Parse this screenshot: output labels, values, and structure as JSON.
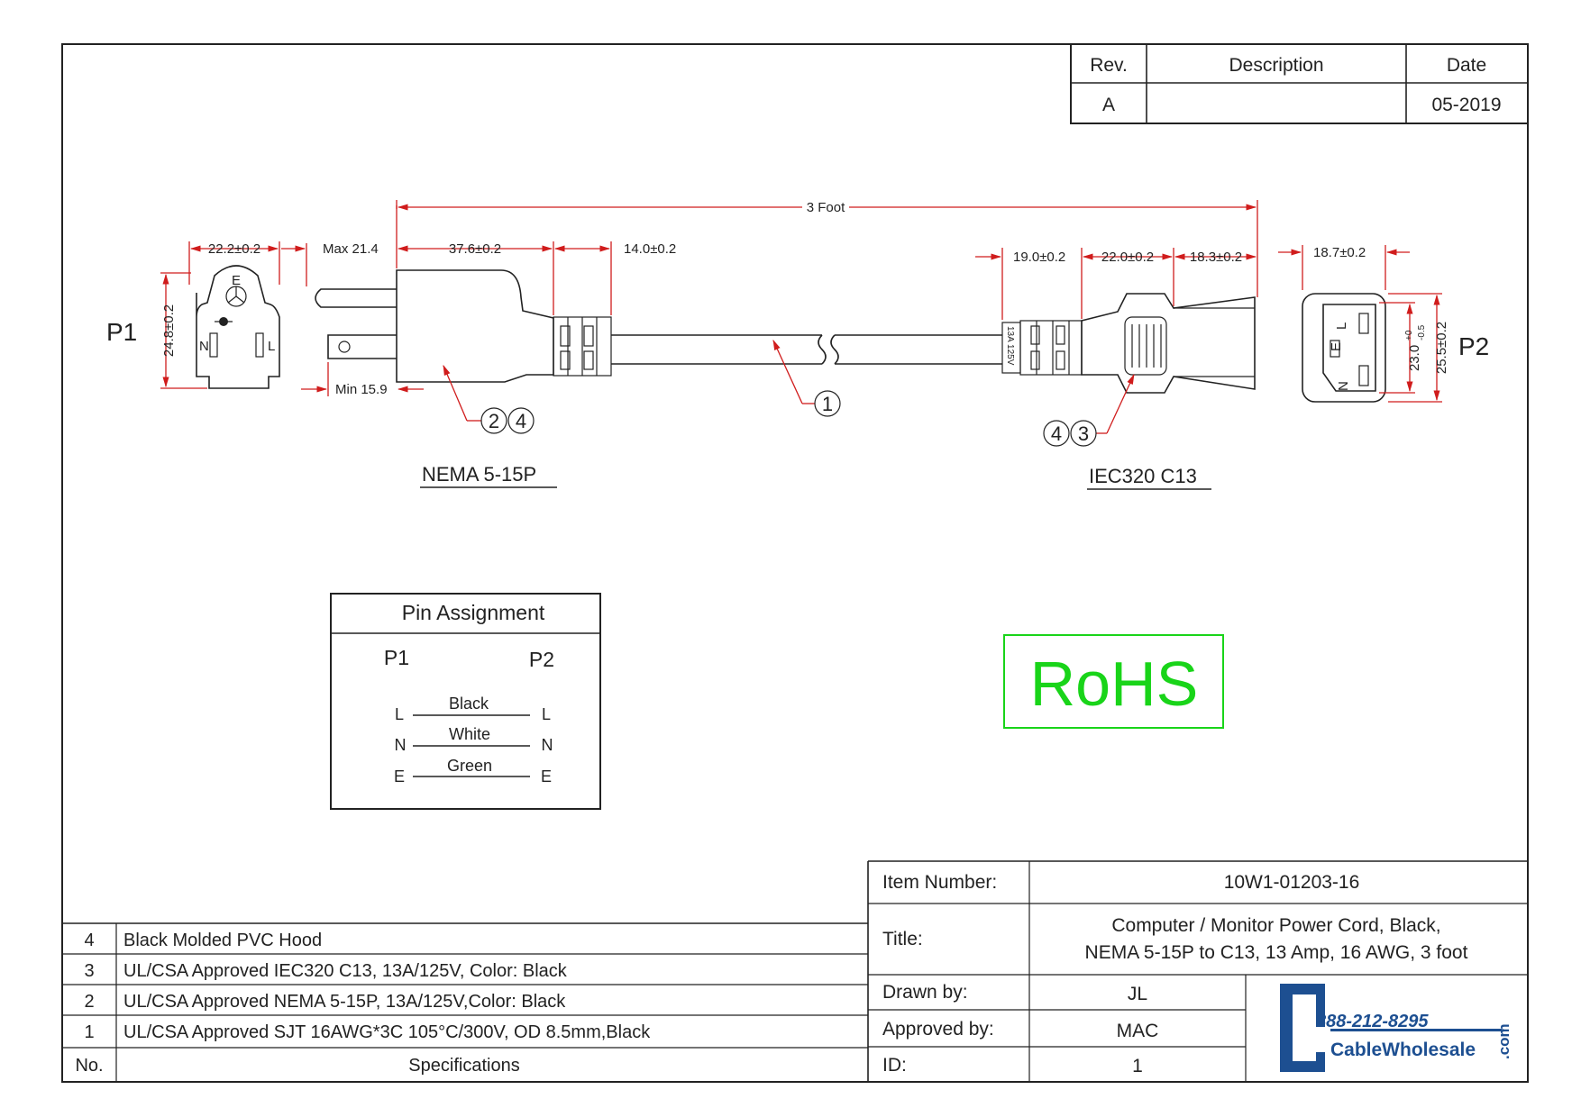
{
  "revision_table": {
    "headers": [
      "Rev.",
      "Description",
      "Date"
    ],
    "row": [
      "A",
      "",
      "05-2019"
    ]
  },
  "drawing": {
    "p1_label": "P1",
    "p2_label": "P2",
    "length": "3 Foot",
    "dims": {
      "p1_width": "22.2±0.2",
      "p1_height": "24.8±0.2",
      "max_prong": "Max 21.4",
      "min_prong": "Min 15.9",
      "plug_body": "37.6±0.2",
      "plug_relief": "14.0±0.2",
      "c13_relief": "19.0±0.2",
      "c13_grip": "22.0±0.2",
      "c13_head": "18.3±0.2",
      "p2_depth": "18.7±0.2",
      "p2_inner": "23.0",
      "p2_inner_tol_plus": "+0",
      "p2_inner_tol_minus": "-0.5",
      "p2_outer": "25.5±0.2"
    },
    "face_letters": {
      "e": "E",
      "n": "N",
      "l": "L"
    },
    "cord_mark": "13A 125V",
    "balloons": {
      "one": "1",
      "two": "2",
      "three": "3",
      "four": "4"
    },
    "nema_label": "NEMA 5-15P",
    "iec_label": "IEC320 C13"
  },
  "pin_assignment": {
    "title": "Pin Assignment",
    "p1": "P1",
    "p2": "P2",
    "rows": [
      {
        "left": "L",
        "wire": "Black",
        "right": "L"
      },
      {
        "left": "N",
        "wire": "White",
        "right": "N"
      },
      {
        "left": "E",
        "wire": "Green",
        "right": "E"
      }
    ]
  },
  "rohs": "RoHS",
  "spec_table": {
    "rows": [
      {
        "no": "4",
        "spec": "Black Molded PVC Hood"
      },
      {
        "no": "3",
        "spec": "UL/CSA Approved IEC320 C13, 13A/125V, Color: Black"
      },
      {
        "no": "2",
        "spec": "UL/CSA Approved NEMA 5-15P, 13A/125V,Color: Black"
      },
      {
        "no": "1",
        "spec": "UL/CSA Approved  SJT 16AWG*3C 105°C/300V,  OD 8.5mm,Black"
      }
    ],
    "header_no": "No.",
    "header_spec": "Specifications"
  },
  "title_block": {
    "item_number_label": "Item Number:",
    "item_number": "10W1-01203-16",
    "title_label": "Title:",
    "title_line1": "Computer / Monitor Power Cord, Black,",
    "title_line2": "NEMA 5-15P to C13, 13 Amp, 16 AWG, 3 foot",
    "drawn_by_label": "Drawn by:",
    "drawn_by": "JL",
    "approved_by_label": "Approved by:",
    "approved_by": "MAC",
    "id_label": "ID:",
    "id": "1"
  },
  "logo": {
    "phone": "888-212-8295",
    "name": "CableWholesale",
    "suffix": ".com"
  },
  "colors": {
    "dimension": "#d01c1c",
    "rohs": "#19d419",
    "logo": "#1d4f91"
  }
}
